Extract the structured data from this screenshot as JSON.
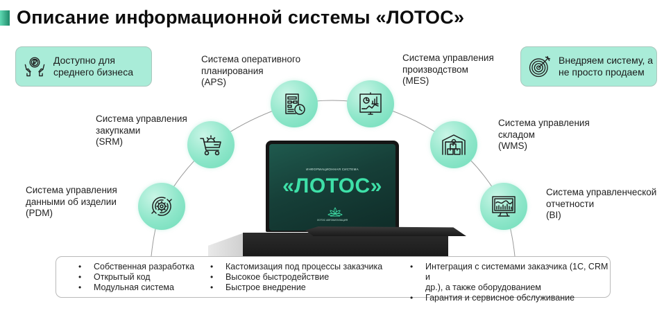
{
  "header": {
    "title": "Описание информационной системы «ЛОТОС»",
    "accent_color": "#3cc99b"
  },
  "callouts": [
    {
      "icon": "hands-ruble-coin-icon",
      "text_line1": "Доступно для",
      "text_line2": "среднего бизнеса"
    },
    {
      "icon": "target-arrow-icon",
      "text_line1": "Внедряем систему, а",
      "text_line2": "не просто продаем"
    }
  ],
  "systems": [
    {
      "icon": "gear-cycle-icon",
      "line1": "Система управления",
      "line2": "данными об изделии",
      "abbr": "(PDM)"
    },
    {
      "icon": "shopping-cart-gear-icon",
      "line1": "Система управления",
      "line2": "закупками",
      "abbr": "(SRM)"
    },
    {
      "icon": "planning-document-clock-icon",
      "line1": "Система оперативного",
      "line2": "планирования",
      "abbr": "(APS)"
    },
    {
      "icon": "presentation-board-chart-icon",
      "line1": "Система управления",
      "line2": "производством",
      "abbr": "(MES)"
    },
    {
      "icon": "warehouse-boxes-icon",
      "line1": "Система управления",
      "line2": "складом",
      "abbr": "(WMS)"
    },
    {
      "icon": "monitor-chart-icon",
      "line1": "Система управленческой",
      "line2": "отчетности",
      "abbr": "(BI)"
    }
  ],
  "laptop_screen": {
    "subtitle": "ИНФОРМАЦИОННАЯ СИСТЕМА",
    "brand": "«ЛОТОС»",
    "logo_caption": "ЛОТОС АВТОМАТИЗАЦИЯ"
  },
  "features": {
    "col1": [
      "Собственная разработка",
      "Открытый код",
      "Модульная система"
    ],
    "col2": [
      "Кастомизация под процессы заказчика",
      "Высокое быстродействие",
      "Быстрое внедрение"
    ],
    "col3": [
      {
        "line1": "Интеграция с системами заказчика (1С, CRM и",
        "line2": "др.), а также оборудованием"
      },
      {
        "line1": "Гарантия и сервисное обслуживание",
        "line2": ""
      }
    ]
  },
  "colors": {
    "callout_bg": "#a9ecd8",
    "node_green": "#8de6c9",
    "brand_green": "#3ee0a8",
    "arc_gray": "#9a9a9a"
  }
}
